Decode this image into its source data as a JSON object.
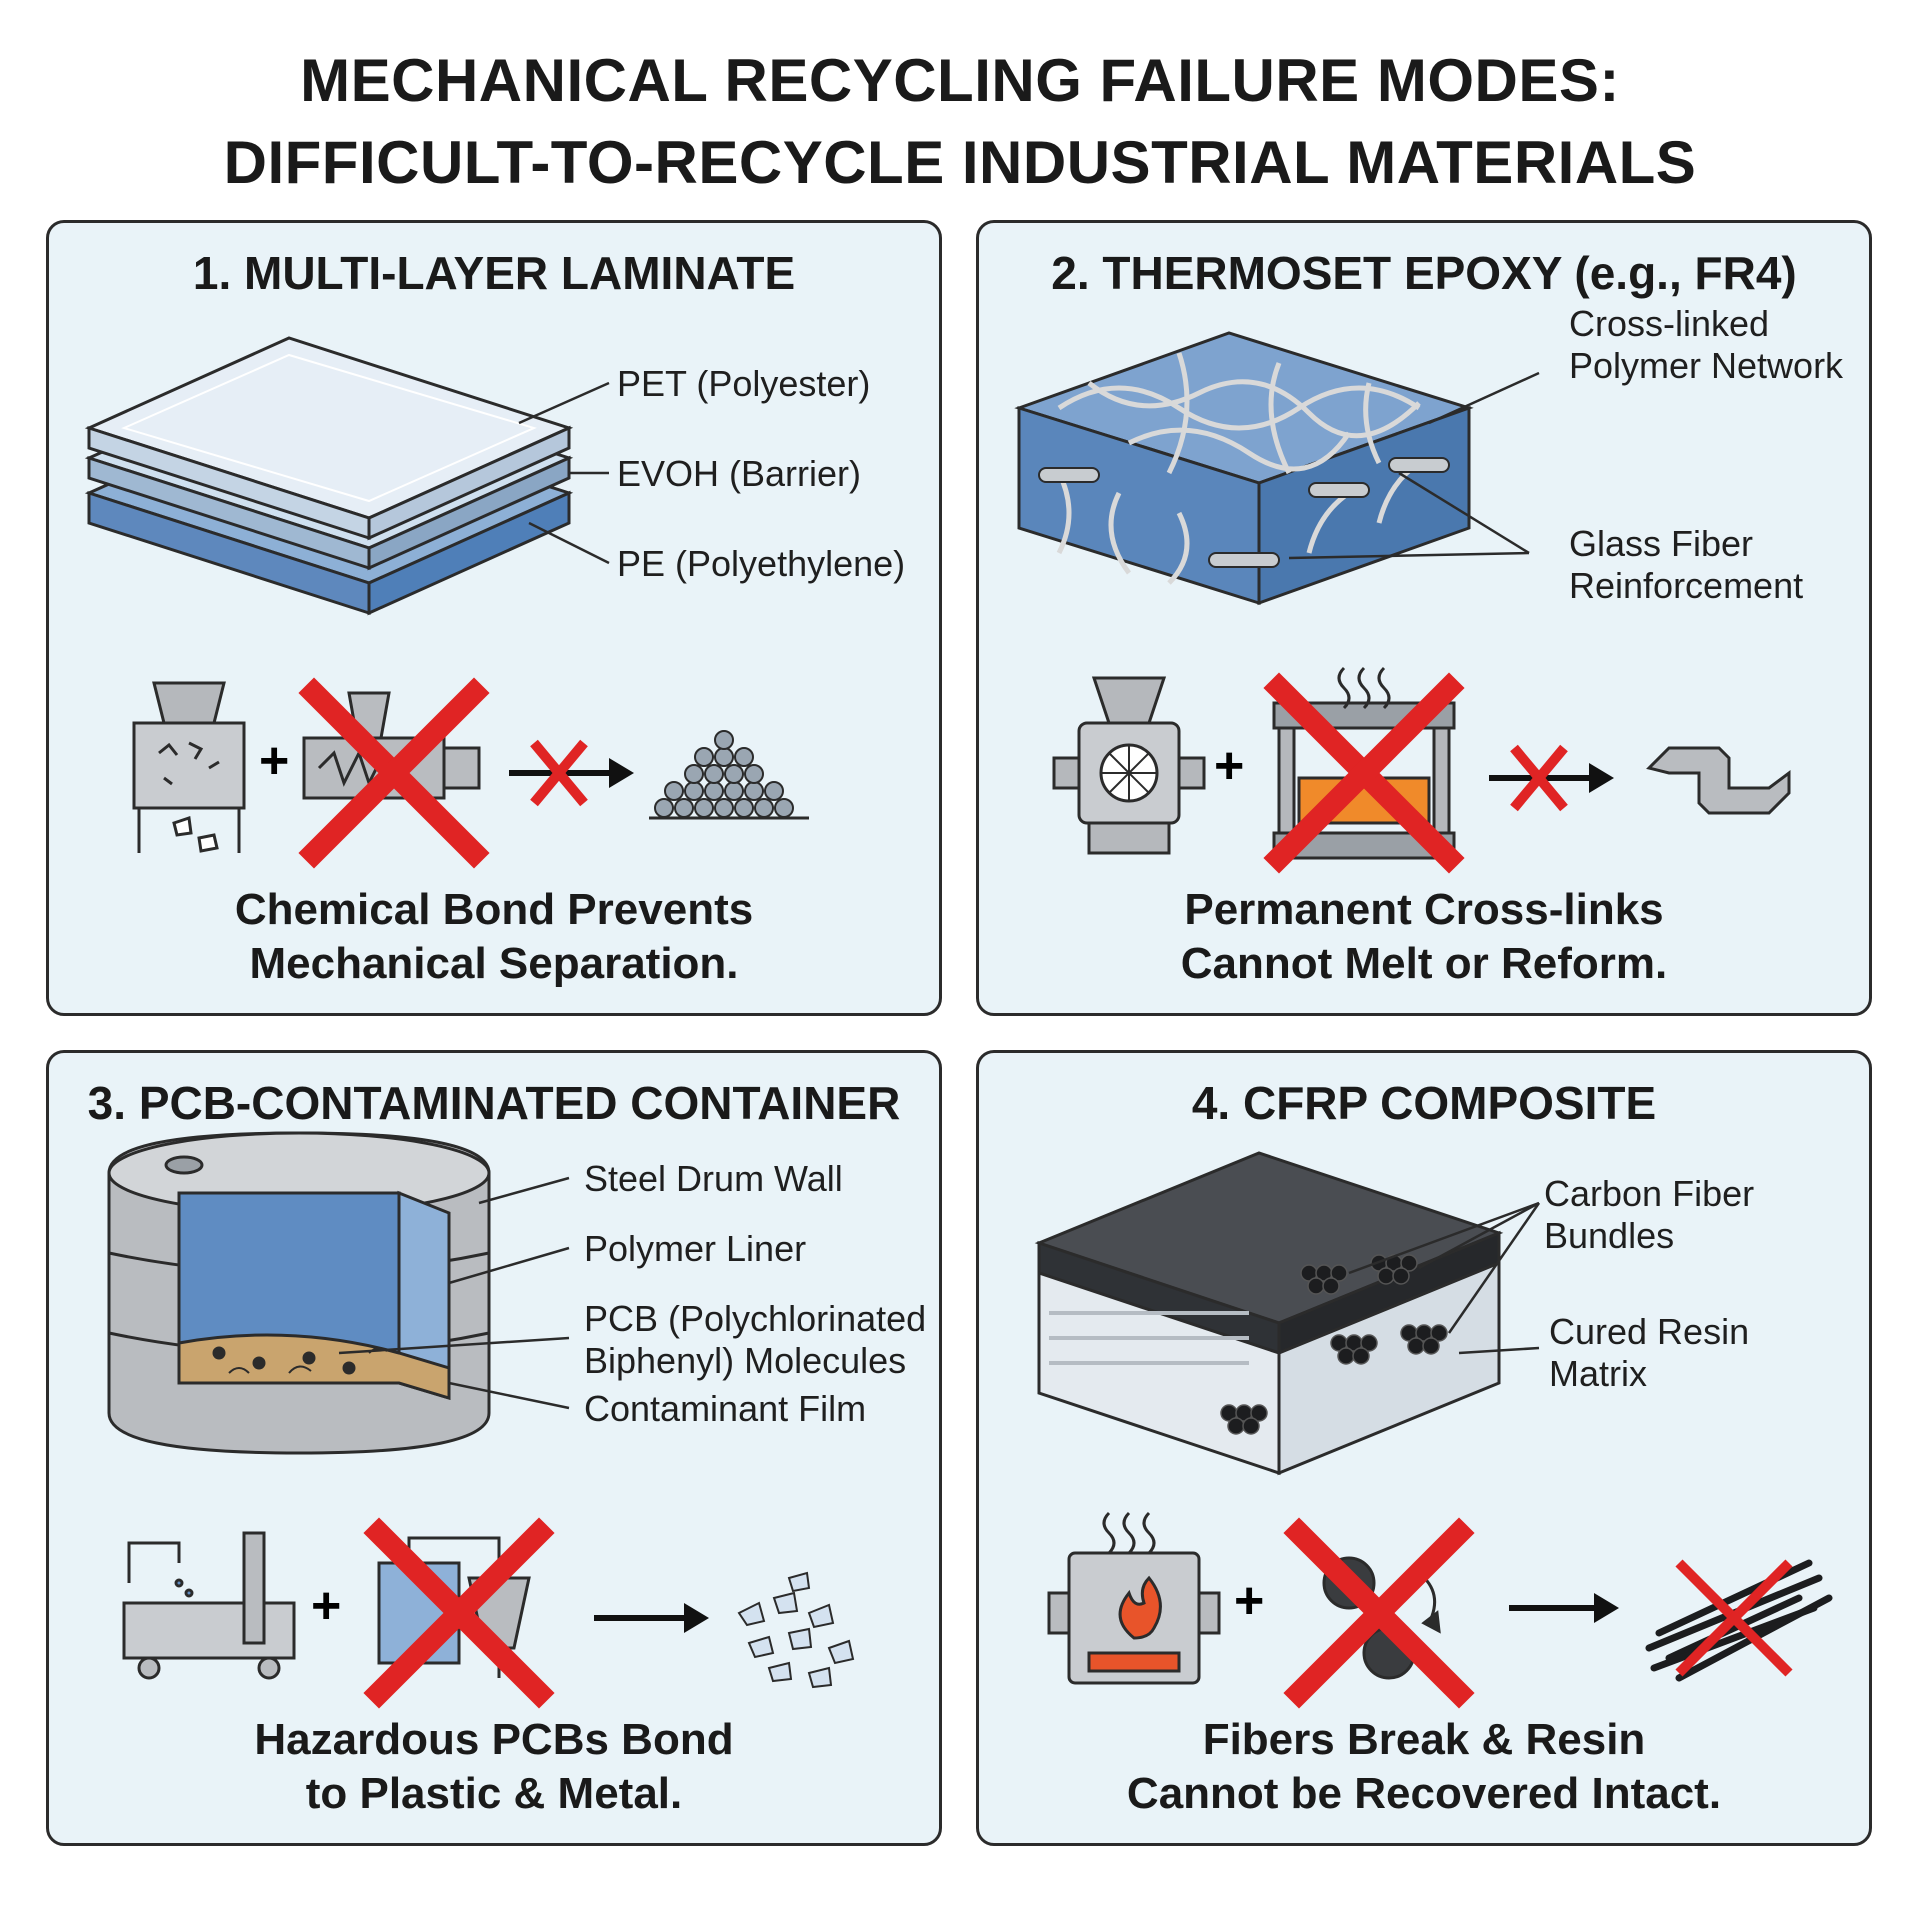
{
  "title": {
    "line1": "MECHANICAL RECYCLING FAILURE MODES:",
    "line2": "DIFFICULT-TO-RECYCLE INDUSTRIAL MATERIALS"
  },
  "colors": {
    "panel_bg": "#e9f3f8",
    "cross_red": "#e02424",
    "layer_blue": "#4f7fb8",
    "outline": "#2b2b2b"
  },
  "panels": [
    {
      "title": "1. MULTI-LAYER LAMINATE",
      "labels": [
        "PET (Polyester)",
        "EVOH (Barrier)",
        "PE (Polyethylene)"
      ],
      "process_icons": [
        "shredder-icon",
        "plus-icon",
        "extruder-icon",
        "red-cross-icon",
        "arrow-icon",
        "pellet-pile-icon"
      ],
      "caption": [
        "Chemical Bond Prevents",
        "Mechanical Separation."
      ]
    },
    {
      "title": "2. THERMOSET EPOXY (e.g., FR4)",
      "labels": [
        [
          "Cross-linked",
          "Polymer Network"
        ],
        [
          "Glass Fiber",
          "Reinforcement"
        ]
      ],
      "process_icons": [
        "grinder-icon",
        "plus-icon",
        "heated-press-icon",
        "red-cross-icon",
        "arrow-icon",
        "molded-part-icon"
      ],
      "caption": [
        "Permanent Cross-links",
        "Cannot Melt or Reform."
      ]
    },
    {
      "title": "3. PCB-CONTAMINATED CONTAINER",
      "labels": [
        "Steel Drum Wall",
        "Polymer Liner",
        [
          "PCB (Polychlorinated",
          "Biphenyl) Molecules"
        ],
        "Contaminant Film"
      ],
      "process_icons": [
        "washing-line-icon",
        "plus-icon",
        "separator-icon",
        "red-cross-icon",
        "arrow-icon",
        "flakes-icon"
      ],
      "caption": [
        "Hazardous PCBs Bond",
        "to Plastic & Metal."
      ]
    },
    {
      "title": "4. CFRP COMPOSITE",
      "labels": [
        [
          "Carbon Fiber",
          "Bundles"
        ],
        [
          "Cured Resin",
          "Matrix"
        ]
      ],
      "process_icons": [
        "furnace-icon",
        "plus-icon",
        "shredding-icon",
        "red-cross-icon",
        "arrow-icon",
        "broken-fibers-icon"
      ],
      "caption": [
        "Fibers Break & Resin",
        "Cannot be Recovered Intact."
      ]
    }
  ]
}
